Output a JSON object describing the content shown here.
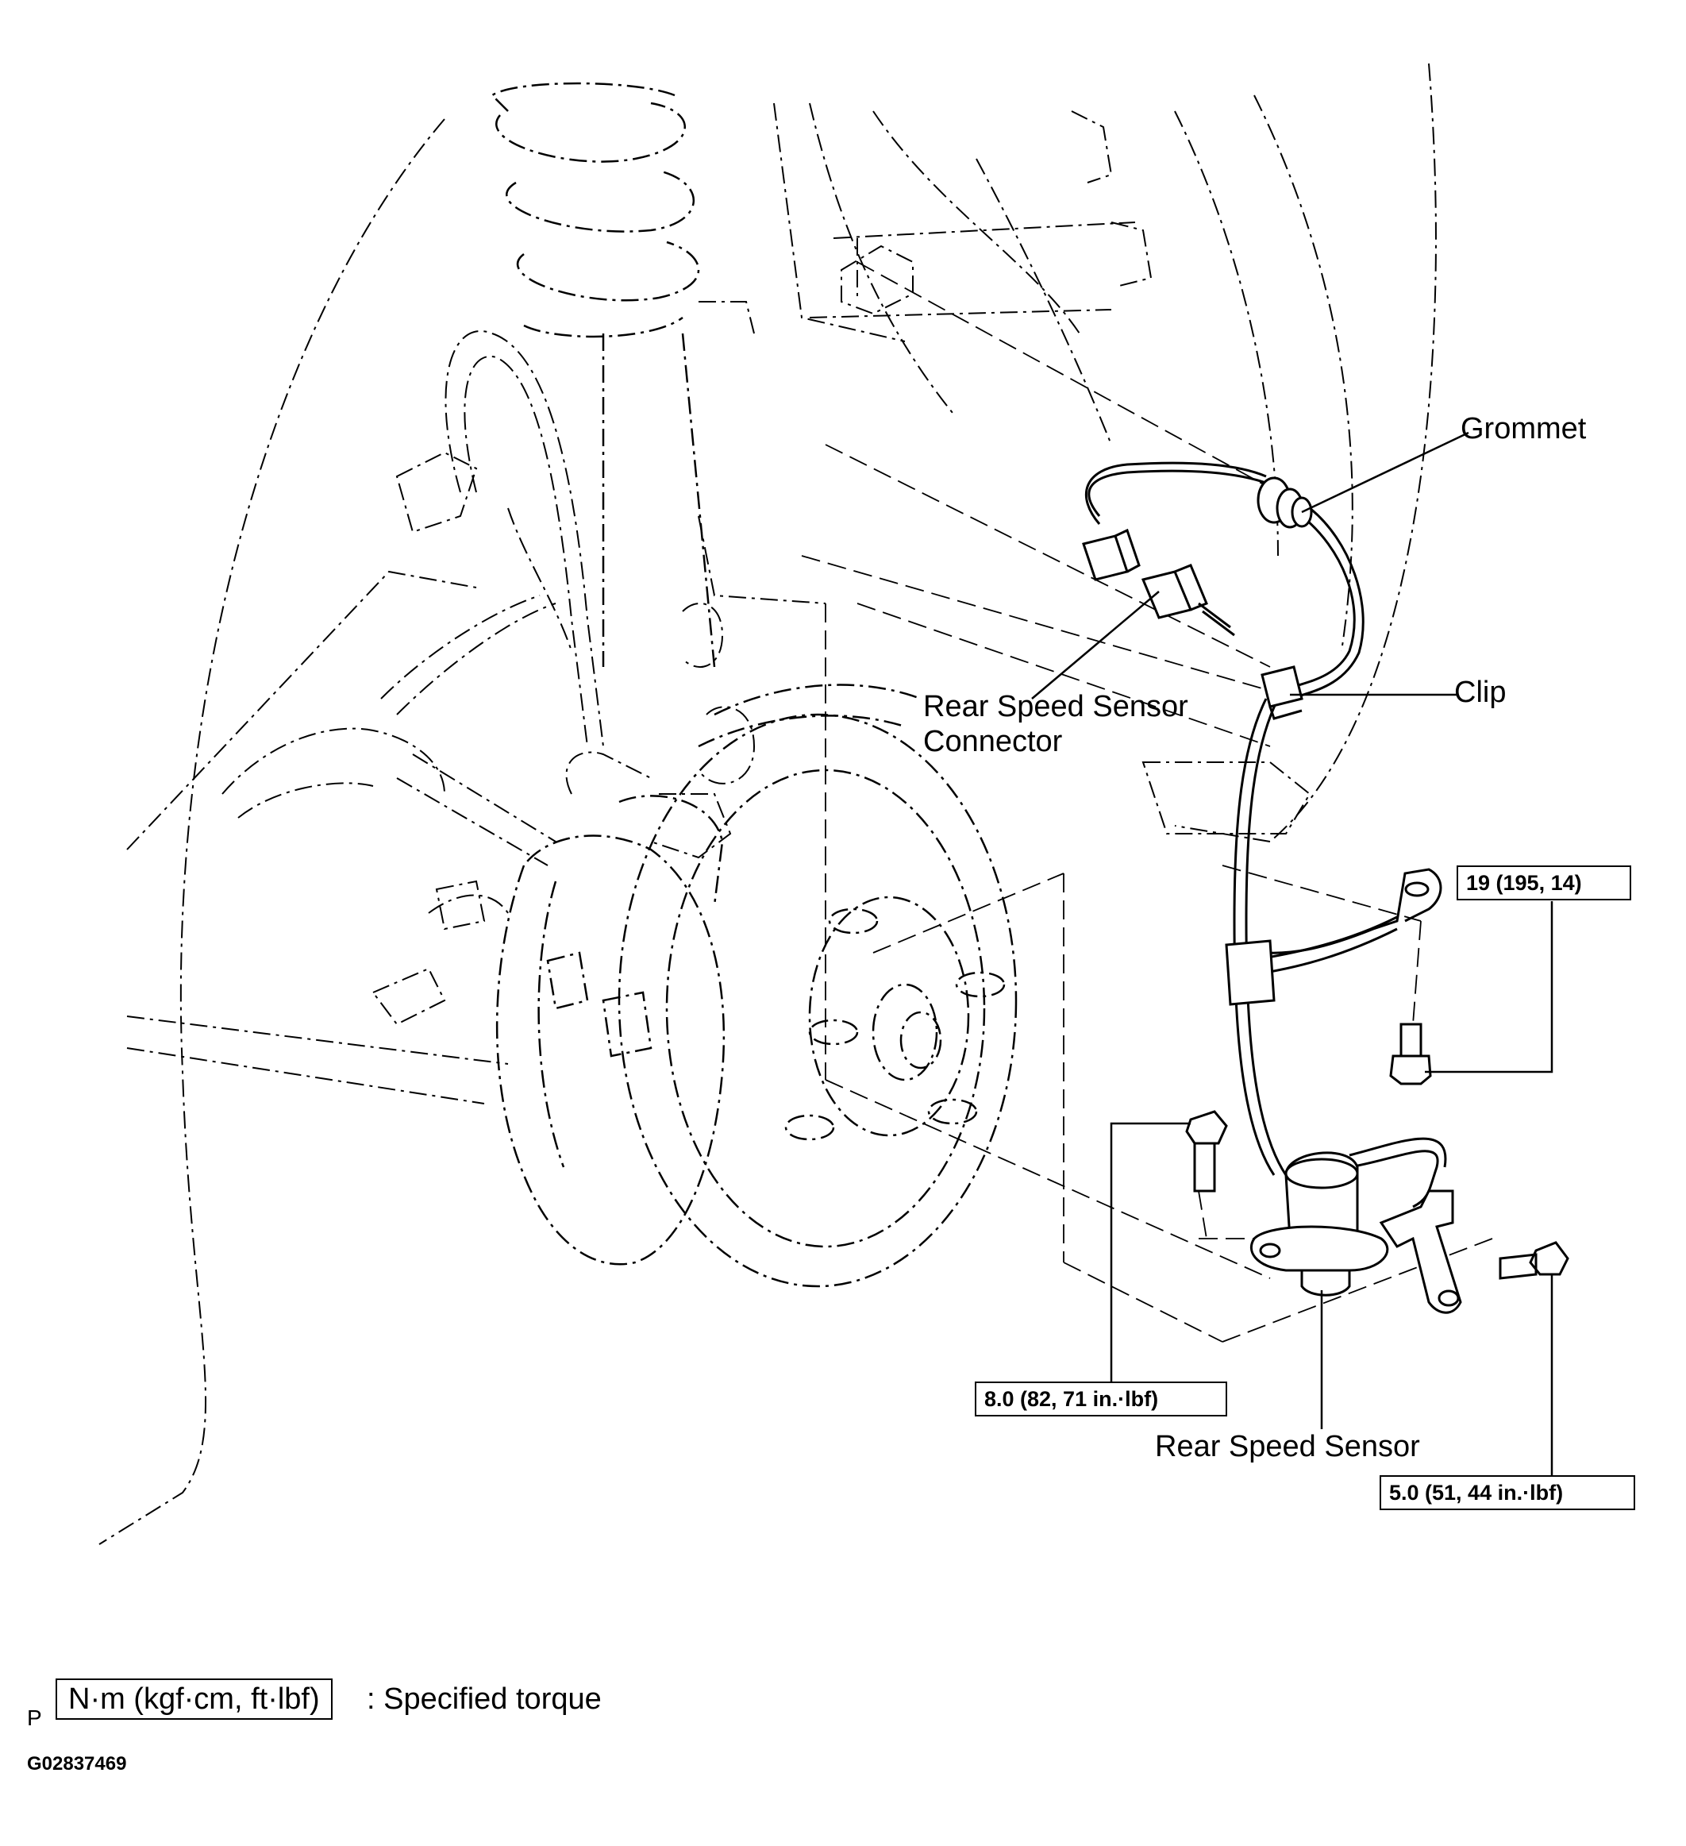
{
  "callouts": {
    "grommet": "Grommet",
    "clip": "Clip",
    "connector_line1": "Rear Speed Sensor",
    "connector_line2": "Connector",
    "sensor": "Rear Speed Sensor"
  },
  "torque_specs": {
    "bracket_bolt": "19 (195, 14)",
    "harness_bolt": "8.0 (82, 71 in.·lbf)",
    "sensor_bolt": "5.0 (51, 44 in.·lbf)"
  },
  "legend": {
    "marker": "P",
    "unit_box": "N·m (kgf·cm, ft·lbf)",
    "description": ": Specified torque"
  },
  "figure_id": "G02837469",
  "colors": {
    "line": "#000000",
    "background": "#ffffff"
  }
}
